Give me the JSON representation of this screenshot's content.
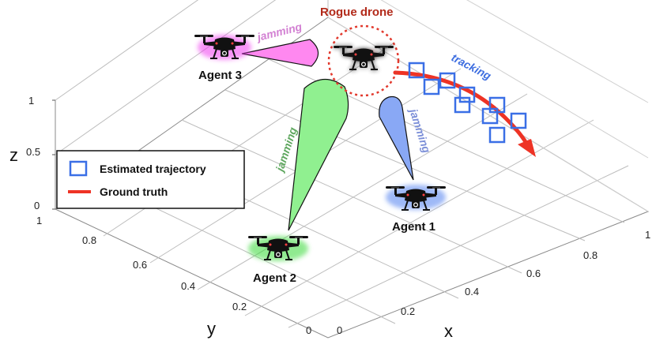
{
  "rogue_drone": {
    "label": "Rogue drone",
    "color": "#b22a1a"
  },
  "agents": [
    {
      "label": "Agent 1",
      "glow": "#4f7ff0"
    },
    {
      "label": "Agent 2",
      "glow": "#37d837"
    },
    {
      "label": "Agent 3",
      "glow": "#f03cf0"
    }
  ],
  "annotations": {
    "jamming_agent3": {
      "text": "jamming",
      "color": "#d27fd2"
    },
    "jamming_agent2": {
      "text": "jamming",
      "color": "#5fa75f"
    },
    "jamming_agent1": {
      "text": "jamming",
      "color": "#7c8fd8"
    },
    "tracking": {
      "text": "tracking",
      "color": "#3e6ee0"
    }
  },
  "beam_colors": {
    "agent3": "#ff88f0",
    "agent2": "#90f090",
    "agent1": "#89a8f5"
  },
  "legend": {
    "items": [
      {
        "label": "Estimated trajectory",
        "symbol": "blue-square",
        "color": "#3a6fe6"
      },
      {
        "label": "Ground truth",
        "symbol": "red-line",
        "color": "#ee3325"
      }
    ]
  },
  "axes": {
    "x_label": "x",
    "y_label": "y",
    "z_label": "z",
    "x_ticks": [
      "0",
      "0.2",
      "0.4",
      "0.6",
      "0.8",
      "1"
    ],
    "y_ticks": [
      "0",
      "0.2",
      "0.4",
      "0.6",
      "0.8",
      "1"
    ],
    "z_ticks": [
      "0",
      "0.5",
      "1"
    ]
  }
}
